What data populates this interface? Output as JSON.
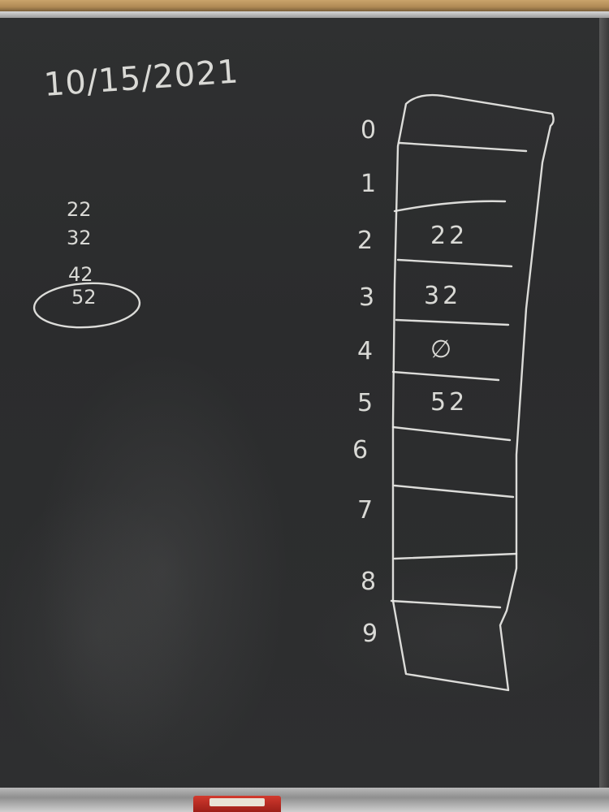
{
  "date": "10/15/2021",
  "keys": [
    "22",
    "32",
    "42",
    "52"
  ],
  "circled_key": "52",
  "table": {
    "indices": [
      "0",
      "1",
      "2",
      "3",
      "4",
      "5",
      "6",
      "7",
      "8",
      "9"
    ],
    "cells": [
      "",
      "",
      "22",
      "32",
      "∅",
      "52",
      "",
      "",
      "",
      ""
    ]
  }
}
